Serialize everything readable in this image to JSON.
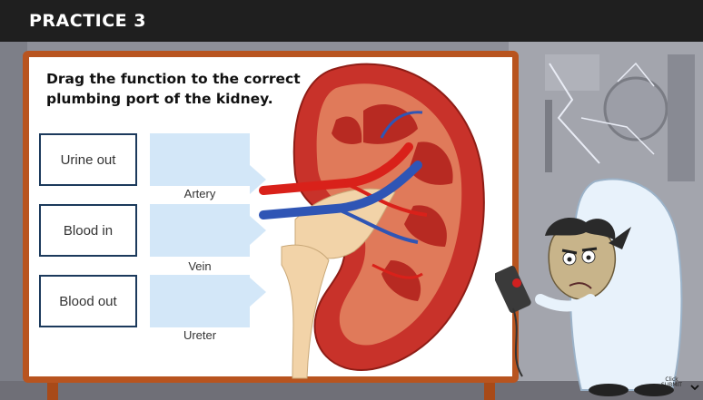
{
  "header": {
    "title": "PRACTICE 3"
  },
  "instruction": "Drag the function to the correct plumbing port of the kidney.",
  "choices": [
    {
      "label": "Urine out"
    },
    {
      "label": "Blood in"
    },
    {
      "label": "Blood out"
    }
  ],
  "ports": [
    {
      "label": "Artery"
    },
    {
      "label": "Vein"
    },
    {
      "label": "Ureter"
    }
  ],
  "submit_hint": {
    "line1": "Click",
    "line2": "SUBMIT"
  },
  "icons": {
    "kidney": "kidney-illustration",
    "character": "mad-scientist-character",
    "remote": "remote-control-icon",
    "chevron": "chevron-down-icon"
  },
  "colors": {
    "header_bg": "#1f1f1f",
    "board_frame": "#b8541f",
    "drop_zone": "#d3e7f8",
    "choice_border": "#1c3a5c"
  }
}
